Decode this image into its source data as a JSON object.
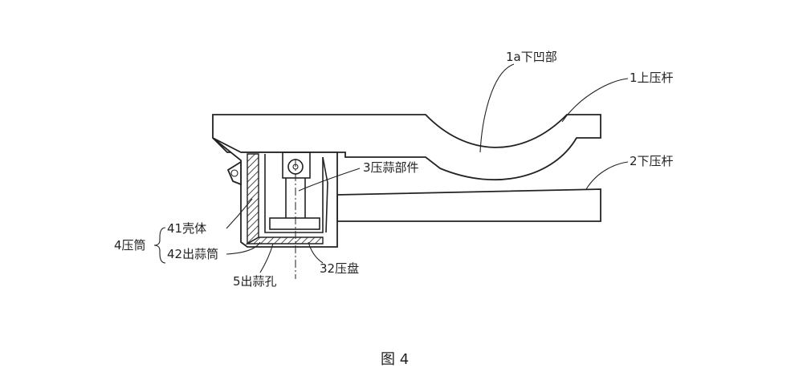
{
  "labels": {
    "concave_part": "1a下凹部",
    "upper_lever": "1上压杆",
    "lower_lever": "2下压杆",
    "pressing_part": "3压蒜部件",
    "press_cylinder": "4压筒",
    "shell": "41壳体",
    "outlet_cylinder": "42出蒜筒",
    "outlet_hole": "5出蒜孔",
    "press_plate": "32压盘"
  },
  "caption": "图 4",
  "colors": {
    "line": "#222222",
    "background": "#ffffff"
  }
}
